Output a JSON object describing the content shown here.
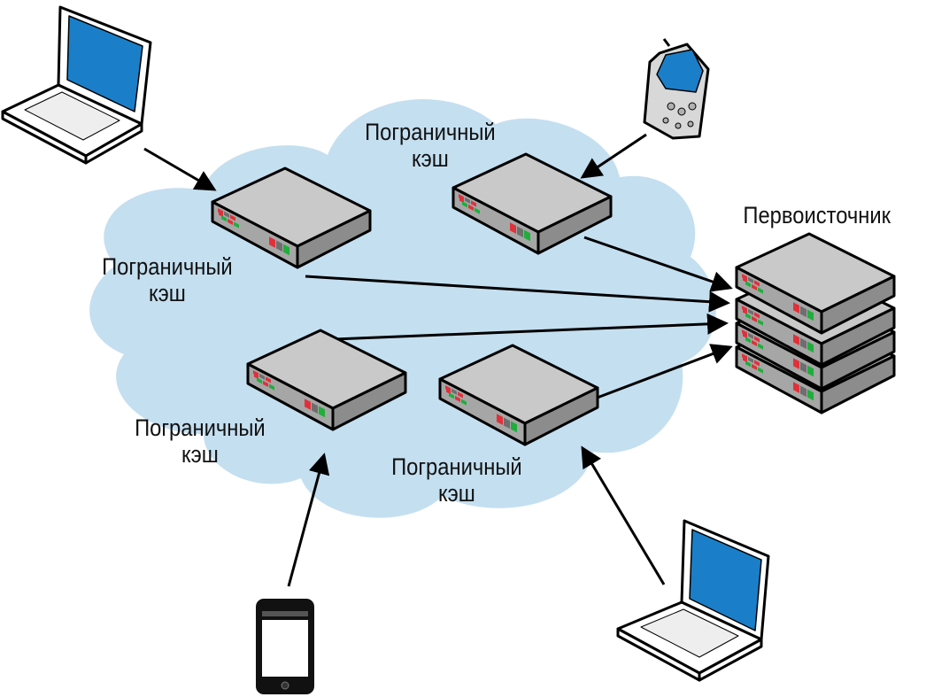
{
  "labels": {
    "edge_cache_line1": "Пограничный",
    "edge_cache_line2": "кэш",
    "origin": "Первоисточник"
  },
  "colors": {
    "cloud": "#c4dff0",
    "server_top": "#c9c9c9",
    "server_front": "#a6a6a6",
    "server_side": "#8c8c8c",
    "outline": "#000000",
    "screen": "#1a7fc8",
    "led_red": "#e0313a",
    "led_green": "#1fae3c",
    "led_gray": "#6e6e6e"
  },
  "nodes": [
    {
      "name": "laptop-client-top-left",
      "icon": "laptop-icon"
    },
    {
      "name": "pda-phone-client-top",
      "icon": "pda-phone-icon"
    },
    {
      "name": "smartphone-client-bottom",
      "icon": "smartphone-icon"
    },
    {
      "name": "laptop-client-bottom-right",
      "icon": "laptop-icon"
    },
    {
      "name": "edge-cache-1",
      "icon": "server-icon"
    },
    {
      "name": "edge-cache-2",
      "icon": "server-icon"
    },
    {
      "name": "edge-cache-3",
      "icon": "server-icon"
    },
    {
      "name": "edge-cache-4",
      "icon": "server-icon"
    },
    {
      "name": "origin-server-stack",
      "icon": "server-stack-icon"
    }
  ]
}
